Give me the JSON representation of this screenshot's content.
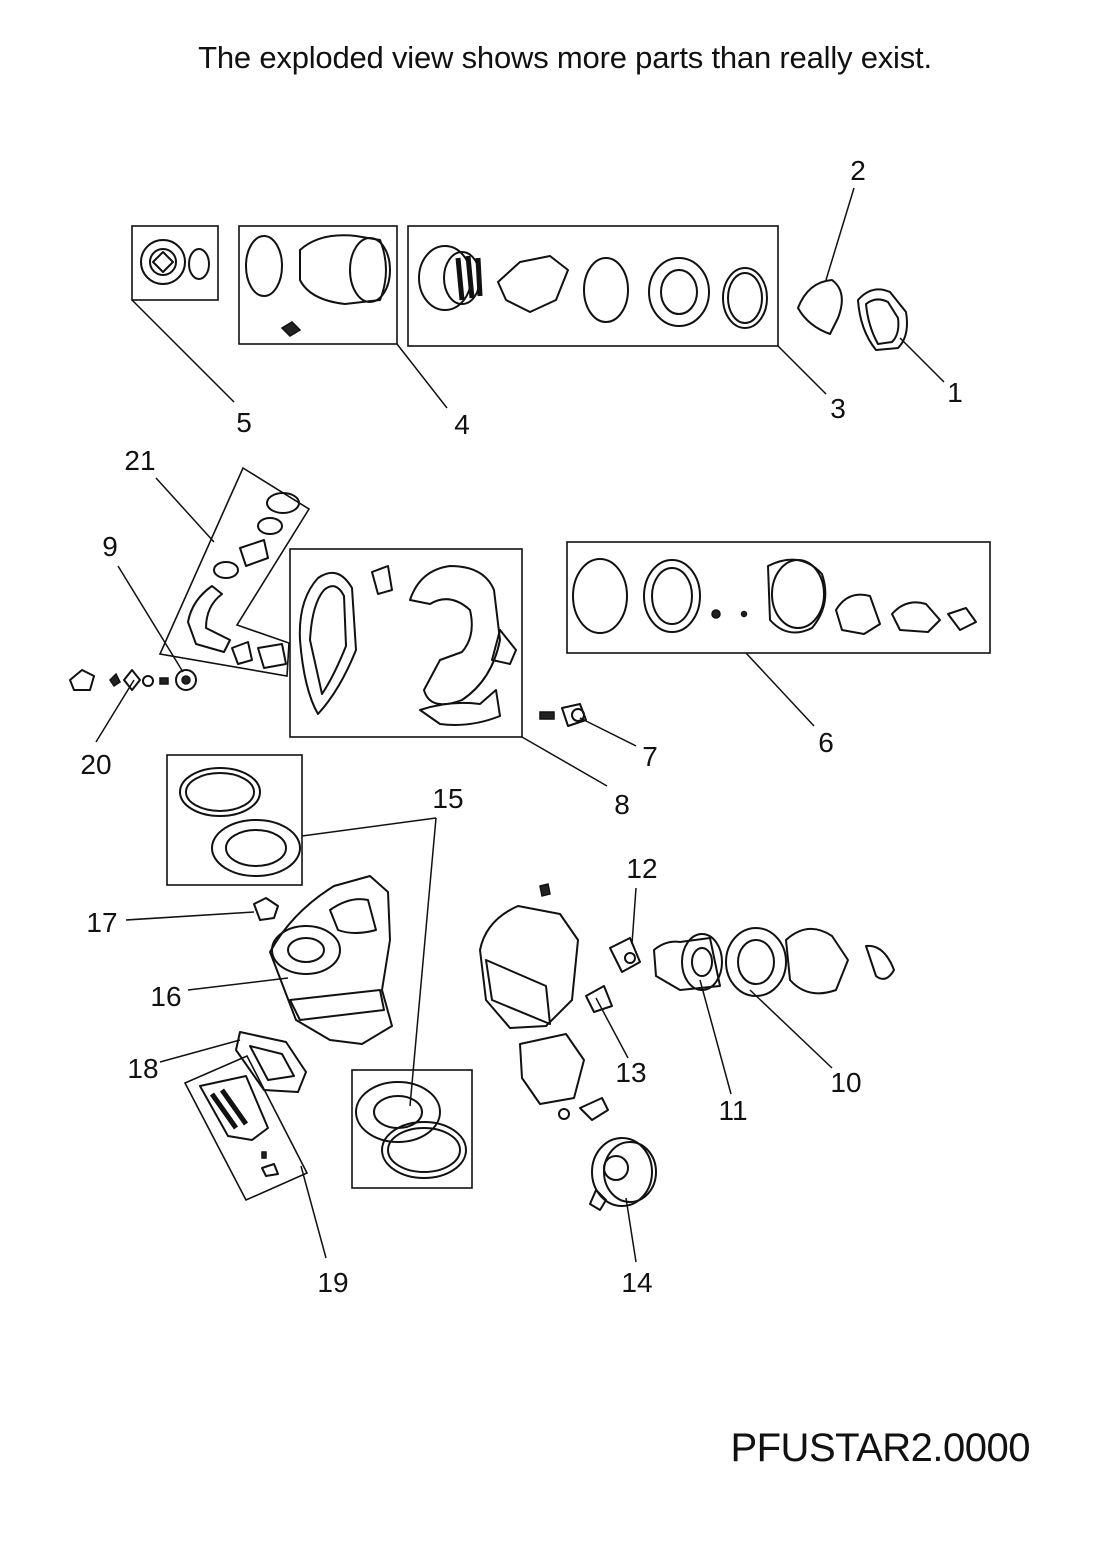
{
  "header": {
    "note": "The exploded view shows more parts than really exist."
  },
  "footer": {
    "model_code": "PFUSTAR2.0000"
  },
  "callouts": [
    {
      "id": "1",
      "label": "1"
    },
    {
      "id": "2",
      "label": "2"
    },
    {
      "id": "3",
      "label": "3"
    },
    {
      "id": "4",
      "label": "4"
    },
    {
      "id": "5",
      "label": "5"
    },
    {
      "id": "6",
      "label": "6"
    },
    {
      "id": "7",
      "label": "7"
    },
    {
      "id": "8",
      "label": "8"
    },
    {
      "id": "9",
      "label": "9"
    },
    {
      "id": "10",
      "label": "10"
    },
    {
      "id": "11",
      "label": "11"
    },
    {
      "id": "12",
      "label": "12"
    },
    {
      "id": "13",
      "label": "13"
    },
    {
      "id": "14",
      "label": "14"
    },
    {
      "id": "15",
      "label": "15"
    },
    {
      "id": "16",
      "label": "16"
    },
    {
      "id": "17",
      "label": "17"
    },
    {
      "id": "18",
      "label": "18"
    },
    {
      "id": "19",
      "label": "19"
    },
    {
      "id": "20",
      "label": "20"
    },
    {
      "id": "21",
      "label": "21"
    }
  ]
}
